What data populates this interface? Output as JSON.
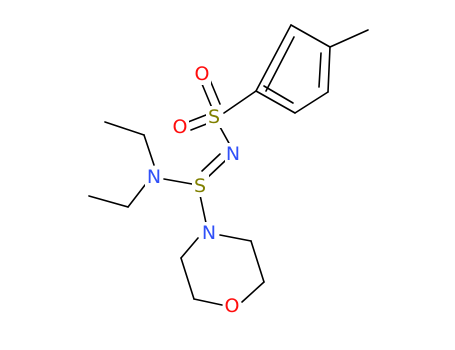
{
  "molecule": {
    "atoms": [
      {
        "id": "o_top",
        "symbol": "O",
        "color": "#ff0d0d"
      },
      {
        "id": "o_left",
        "symbol": "O",
        "color": "#ff0d0d"
      },
      {
        "id": "s_sulfonyl",
        "symbol": "S",
        "color": "#808000"
      },
      {
        "id": "n_imine",
        "symbol": "N",
        "color": "#3050f8"
      },
      {
        "id": "n_diethyl",
        "symbol": "N",
        "color": "#3050f8"
      },
      {
        "id": "s_center",
        "symbol": "S",
        "color": "#808000"
      },
      {
        "id": "n_morpholine",
        "symbol": "N",
        "color": "#3050f8"
      },
      {
        "id": "o_morpholine",
        "symbol": "O",
        "color": "#ff0d0d"
      }
    ],
    "bond_color": "#000000"
  }
}
